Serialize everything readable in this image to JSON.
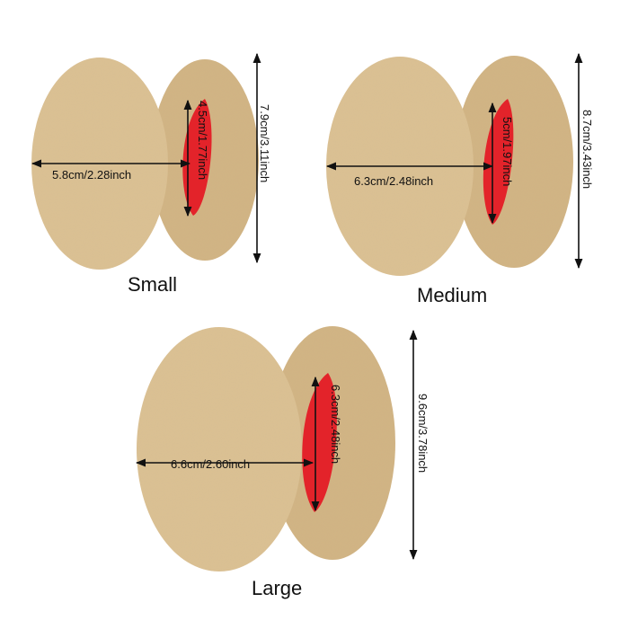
{
  "colors": {
    "fleece": "#dcc193",
    "fleece_shadow": "#c9ab78",
    "lining": "#e3232a",
    "arrow": "#111111"
  },
  "sizes": {
    "small": {
      "title": "Small",
      "width_label": "5.8cm/2.28inch",
      "height_label": "7.9cm/3.11inch",
      "inner_label": "4.5cm/1.77inch"
    },
    "medium": {
      "title": "Medium",
      "width_label": "6.3cm/2.48inch",
      "height_label": "8.7cm/3.43inch",
      "inner_label": "5cm/1.97inch"
    },
    "large": {
      "title": "Large",
      "width_label": "6.6cm/2.60inch",
      "height_label": "9.6cm/3.78inch",
      "inner_label": "6.3cm/2.48inch"
    }
  }
}
